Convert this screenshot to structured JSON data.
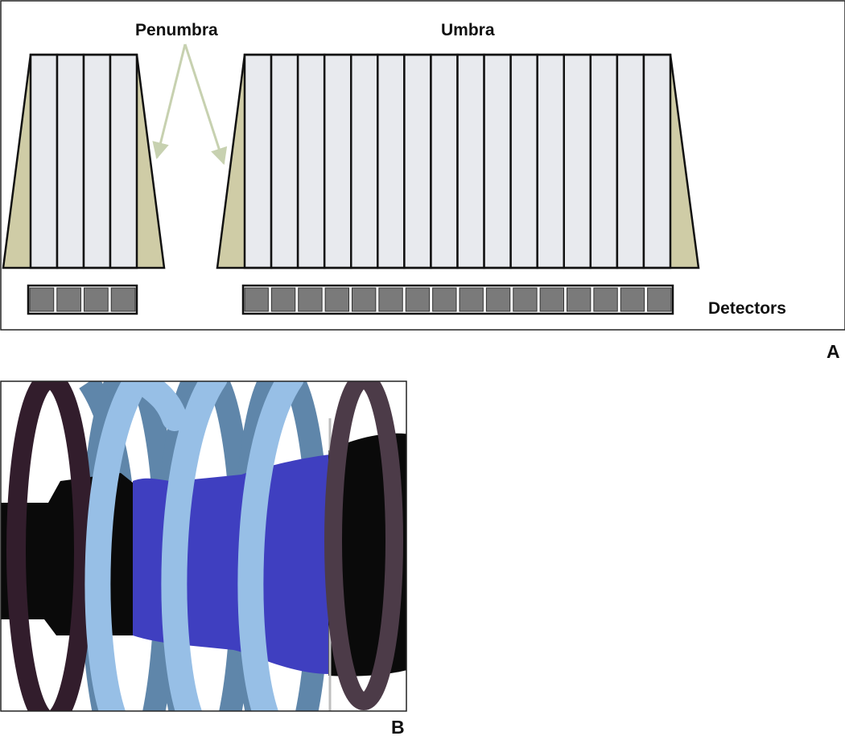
{
  "panel_a": {
    "labels": {
      "penumbra": "Penumbra",
      "umbra": "Umbra",
      "detectors": "Detectors"
    },
    "narrow_beam": {
      "slices": 4,
      "detectors": 4
    },
    "wide_beam": {
      "slices": 16,
      "detectors": 16
    },
    "panel_letter": "A"
  },
  "panel_b": {
    "panel_letter": "B"
  },
  "colors": {
    "slice_fill": "#e8eaee",
    "penumbra_fill": "#cfcca6",
    "detector_fill": "#7a7a7a",
    "arrow": "#c7d1b0",
    "ring_front": "#97bfe6",
    "ring_back": "#5f86aa",
    "ring_dark_left": "#321d2c",
    "ring_dark_right": "#4c3b48",
    "body_blue": "#3f3fc0",
    "body_black": "#0a0a0a"
  }
}
